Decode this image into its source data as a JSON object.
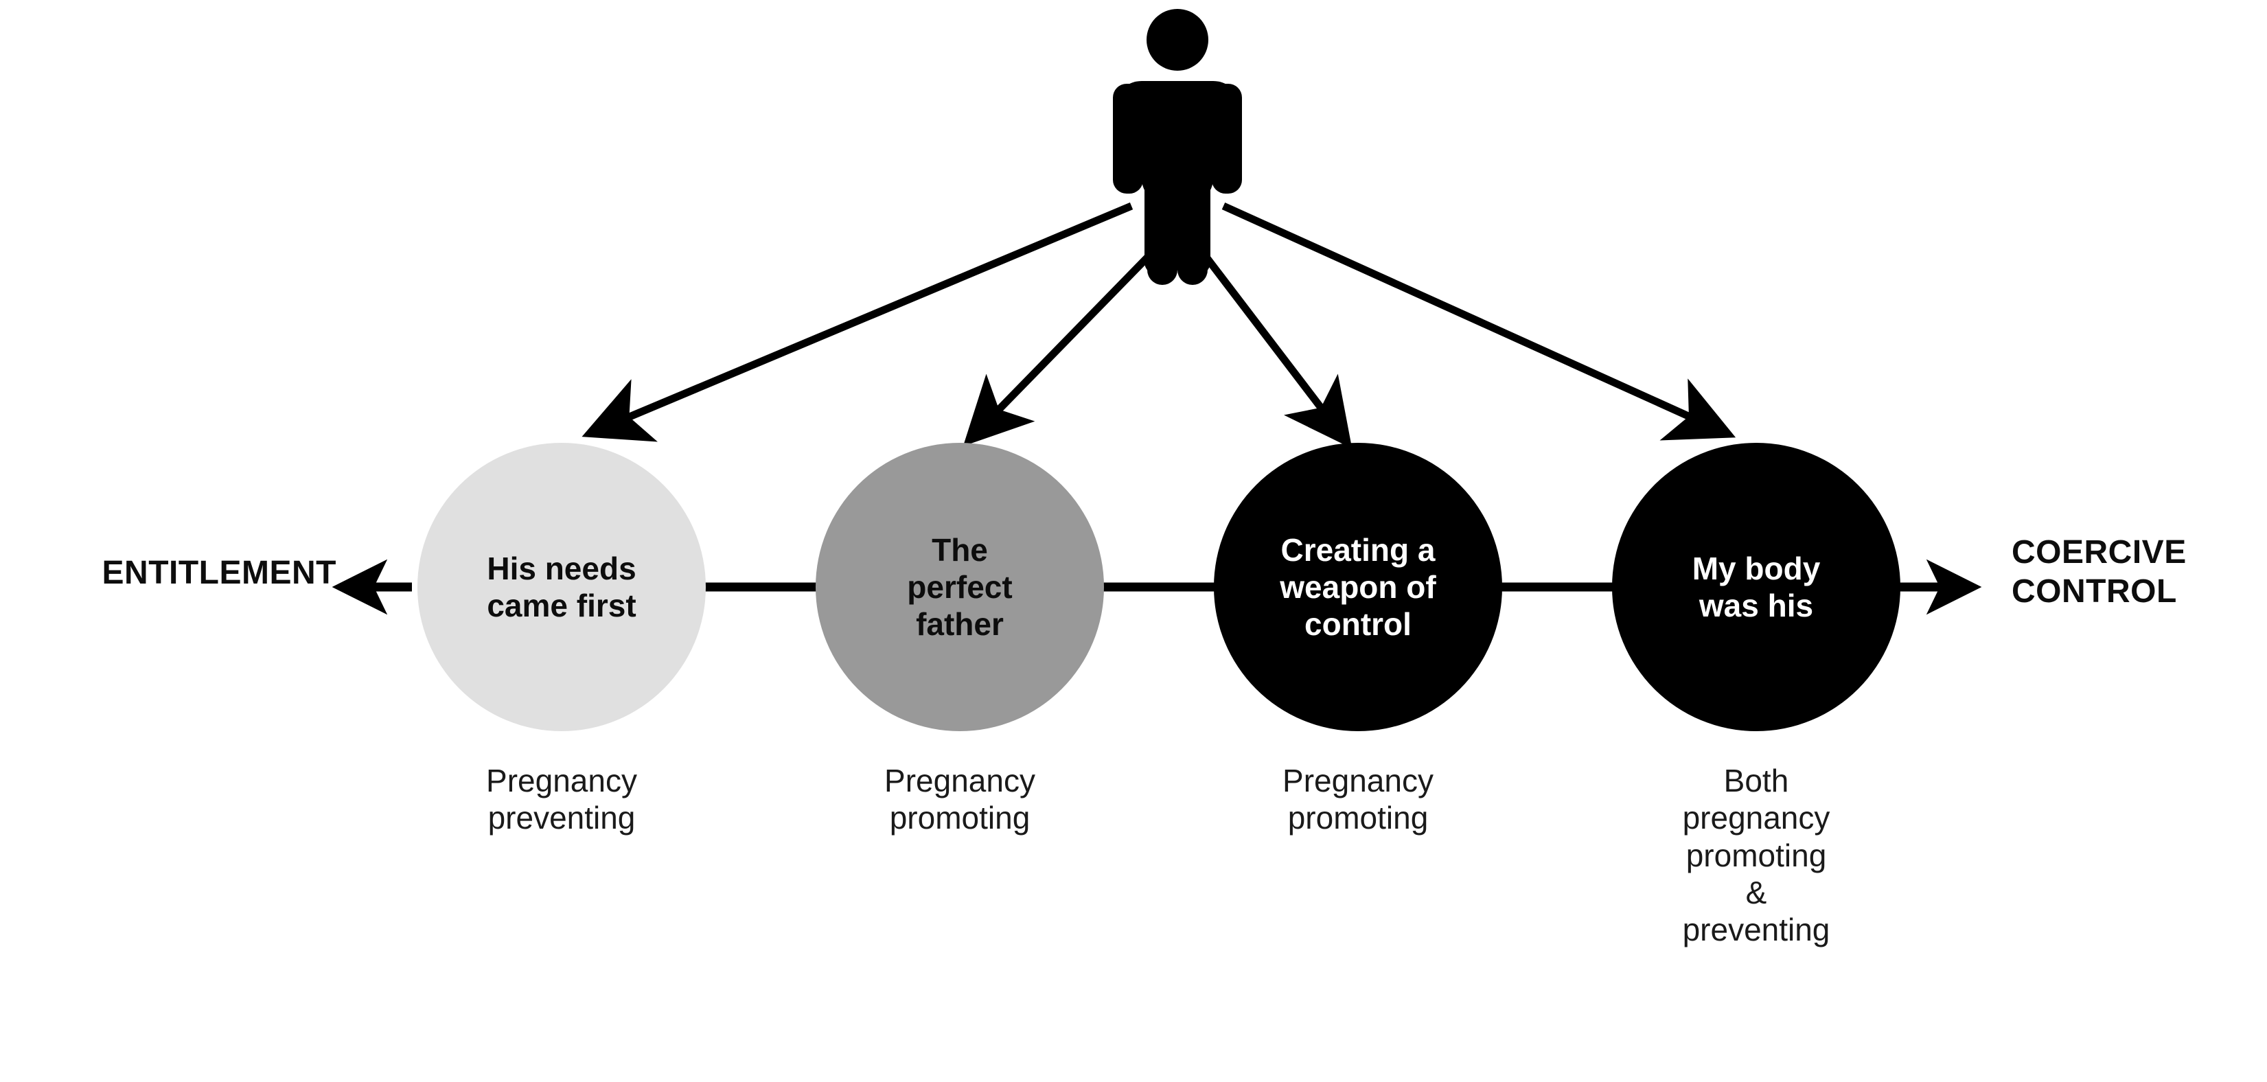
{
  "diagram": {
    "title_person_icon": "person-pictogram",
    "left_axis_label": "ENTITLEMENT",
    "right_axis_label": "COERCIVE\nCONTROL",
    "nodes": [
      {
        "id": "his-needs-came-first",
        "label": "His needs\ncame first",
        "caption": "Pregnancy\npreventing",
        "fill": "#E0E0E0",
        "text_color": "#0d0d0d"
      },
      {
        "id": "the-perfect-father",
        "label": "The\nperfect\nfather",
        "caption": "Pregnancy\npromoting",
        "fill": "#999999",
        "text_color": "#0d0d0d"
      },
      {
        "id": "creating-a-weapon-of-control",
        "label": "Creating a\nweapon of\ncontrol",
        "caption": "Pregnancy\npromoting",
        "fill": "#000000",
        "text_color": "#ffffff"
      },
      {
        "id": "my-body-was-his",
        "label": "My body\nwas his",
        "caption": "Both\npregnancy\npromoting\n&\npreventing",
        "fill": "#000000",
        "text_color": "#ffffff"
      }
    ],
    "colors": {
      "background": "#ffffff",
      "stroke": "#000000",
      "node_light": "#E0E0E0",
      "node_mid": "#999999",
      "node_dark": "#000000"
    }
  }
}
